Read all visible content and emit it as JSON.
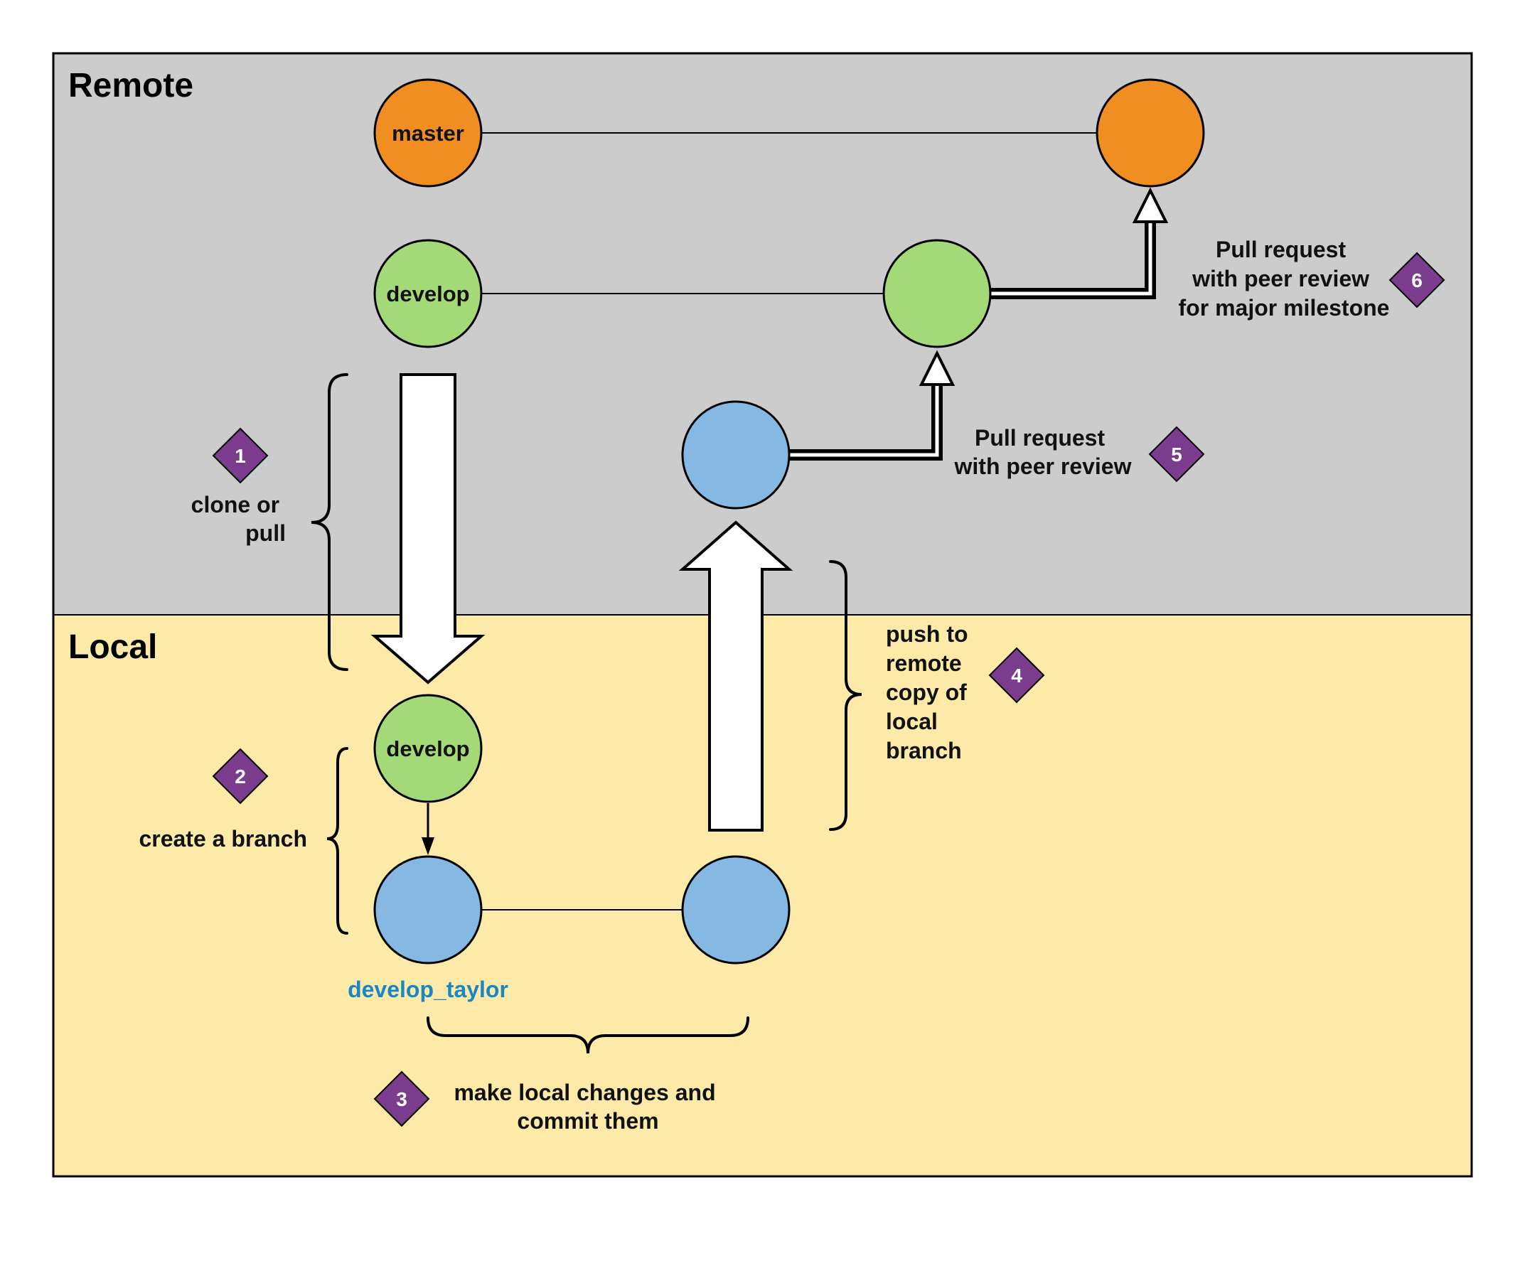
{
  "zones": {
    "remote": {
      "label": "Remote",
      "color": "#cccccc"
    },
    "local": {
      "label": "Local",
      "color": "#fde9a8"
    }
  },
  "colors": {
    "master": "#f08e22",
    "develop": "#a3d977",
    "feature": "#85b9e3",
    "badge": "#7b3c8e",
    "branch_name": "#1a86c4"
  },
  "nodes": {
    "remote_master_start": "master",
    "remote_master_end": "",
    "remote_develop_start": "develop",
    "remote_develop_end": "",
    "remote_feature": "",
    "local_develop": "develop",
    "local_feature_start": "",
    "local_feature_end": ""
  },
  "branch_name": "develop_taylor",
  "steps": [
    {
      "number": "1",
      "lines": [
        "clone or",
        "pull"
      ]
    },
    {
      "number": "2",
      "lines": [
        "create a branch"
      ]
    },
    {
      "number": "3",
      "lines": [
        "make local changes and",
        "commit them"
      ]
    },
    {
      "number": "4",
      "lines": [
        "push to",
        "remote",
        "copy of",
        "local",
        "branch"
      ]
    },
    {
      "number": "5",
      "lines": [
        "Pull request",
        "with peer review"
      ]
    },
    {
      "number": "6",
      "lines": [
        "Pull request",
        "with peer review",
        "for major milestone"
      ]
    }
  ]
}
